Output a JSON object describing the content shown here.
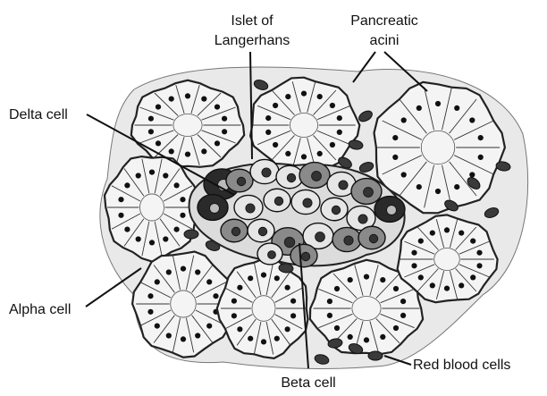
{
  "labels": {
    "islet": [
      "Islet of",
      "Langerhans"
    ],
    "acini": [
      "Pancreatic",
      "acini"
    ],
    "delta": "Delta cell",
    "alpha": "Alpha cell",
    "beta": "Beta cell",
    "rbc": "Red blood cells"
  },
  "colors": {
    "outline": "#222222",
    "cell_fill": "#f4f4f4",
    "nucleus": "#111111",
    "delta_cell": "#2a2a2a",
    "beta_cell": "#8a8a8a",
    "alpha_cell": "#e6e6e6",
    "red_blood_cell": "#3a3a3a"
  }
}
